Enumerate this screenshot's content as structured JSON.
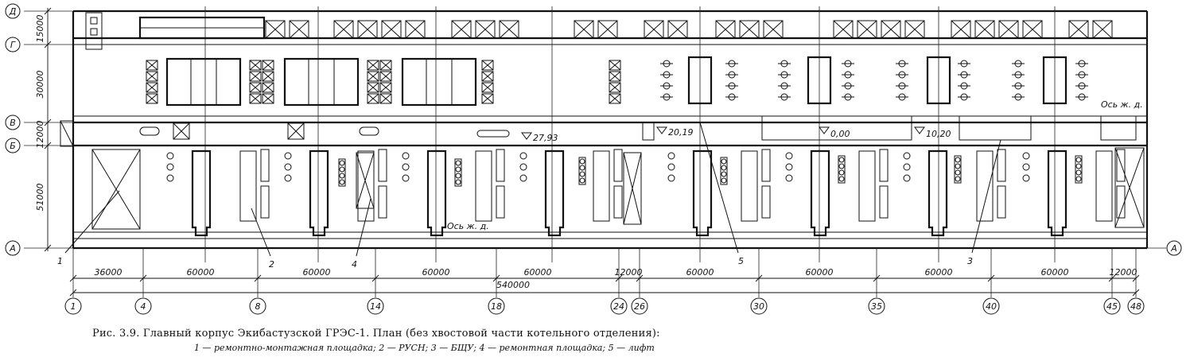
{
  "row_axes": [
    {
      "label": "Д"
    },
    {
      "label": "Г"
    },
    {
      "label": "В"
    },
    {
      "label": "Б"
    },
    {
      "label": "А"
    }
  ],
  "span_dims": [
    {
      "text": "15000"
    },
    {
      "text": "30000"
    },
    {
      "text": "12000"
    },
    {
      "text": "51000"
    }
  ],
  "column_axes": [
    {
      "label": "1"
    },
    {
      "label": "4"
    },
    {
      "label": "8"
    },
    {
      "label": "14"
    },
    {
      "label": "18"
    },
    {
      "label": "24"
    },
    {
      "label": "26"
    },
    {
      "label": "30"
    },
    {
      "label": "35"
    },
    {
      "label": "40"
    },
    {
      "label": "45"
    },
    {
      "label": "48"
    }
  ],
  "bay_dims": [
    {
      "text": "36000"
    },
    {
      "text": "60000"
    },
    {
      "text": "60000"
    },
    {
      "text": "60000"
    },
    {
      "text": "60000"
    },
    {
      "text": "12000"
    },
    {
      "text": "60000"
    },
    {
      "text": "60000"
    },
    {
      "text": "60000"
    },
    {
      "text": "60000"
    },
    {
      "text": "12000"
    }
  ],
  "total_dim": "540000",
  "elevations": [
    {
      "text": "27,93"
    },
    {
      "text": "20,19"
    },
    {
      "text": "0,00"
    },
    {
      "text": "10,20"
    }
  ],
  "rail_label": "Ось ж. д.",
  "callouts": [
    {
      "text": "1"
    },
    {
      "text": "2"
    },
    {
      "text": "4"
    },
    {
      "text": "5"
    },
    {
      "text": "3"
    }
  ],
  "caption": {
    "title": "Рис. 3.9. Главный корпус Экибастузской ГРЭС-1. План (без хвостовой части котельного отделения):",
    "legend": "1 — ремонтно-монтажная площадка; 2 — РУСН; 3 — БЩУ; 4 — ремонтная площадка; 5 — лифт"
  }
}
